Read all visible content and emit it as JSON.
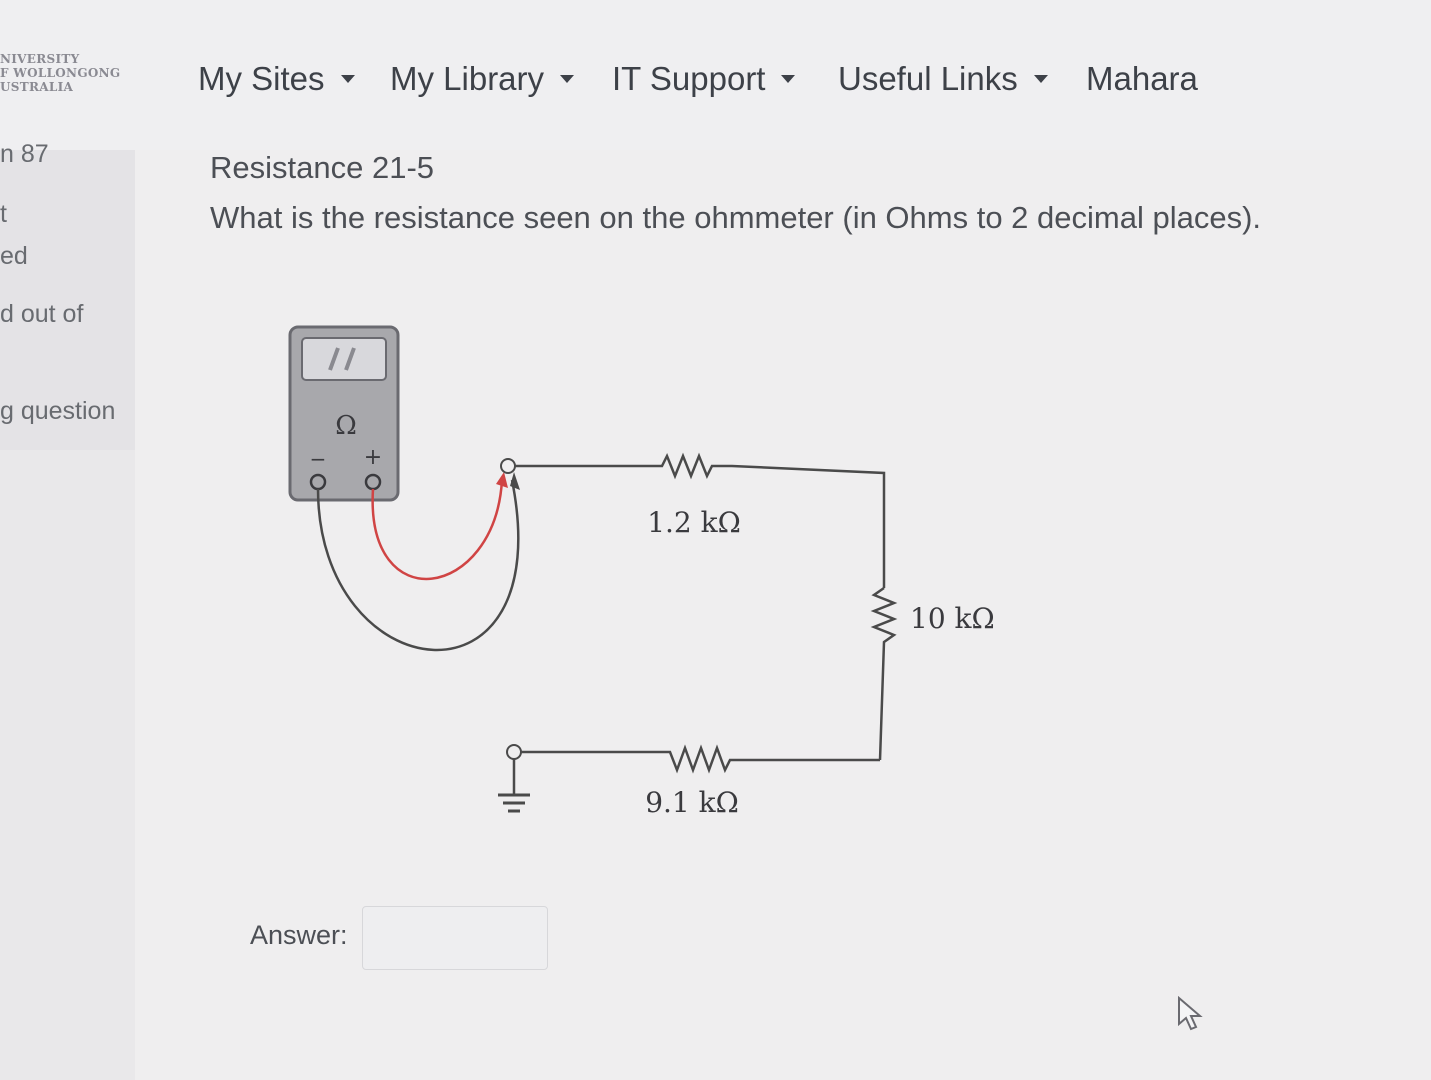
{
  "logo": {
    "line1": "NIVERSITY",
    "line2": "F WOLLONGONG",
    "line3": "USTRALIA"
  },
  "nav": {
    "items": [
      {
        "label": "My Sites"
      },
      {
        "label": "My Library"
      },
      {
        "label": "IT Support"
      },
      {
        "label": "Useful Links"
      },
      {
        "label": "Mahara"
      }
    ]
  },
  "sidebar": {
    "line1": "n 87",
    "line2": "t",
    "line3": "ed",
    "line4": "d out of",
    "line5": "g question"
  },
  "question": {
    "title": "Resistance 21-5",
    "text": "What is the resistance seen on the ohmmeter (in Ohms to 2 decimal places)."
  },
  "circuit": {
    "meter_symbol": "Ω",
    "minus_label": "−",
    "plus_label": "+",
    "r1_label": "1.2 kΩ",
    "r2_label": "10 kΩ",
    "r3_label": "9.1 kΩ",
    "colors": {
      "wire": "#4a4a4a",
      "probe": "#d04444",
      "meter_body": "#a8a8ac"
    }
  },
  "answer": {
    "label": "Answer:",
    "value": ""
  }
}
